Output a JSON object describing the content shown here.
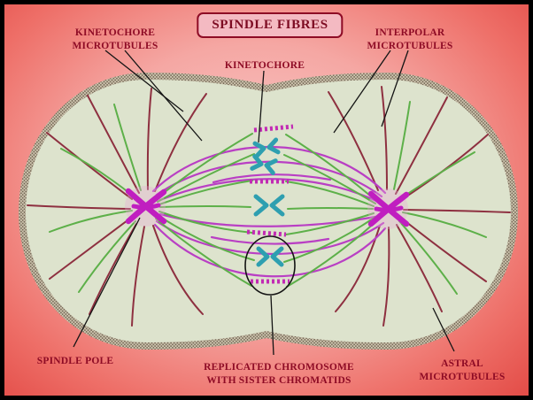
{
  "title": {
    "text": "SPINDLE FIBRES"
  },
  "labels": {
    "kinetochore_microtubules": {
      "line1": "KINETOCHORE",
      "line2": "MICROTUBULES"
    },
    "kinetochore": {
      "line1": "KINETOCHORE"
    },
    "interpolar_microtubules": {
      "line1": "INTERPOLAR",
      "line2": "MICROTUBULES"
    },
    "spindle_pole": {
      "line1": "SPINDLE POLE"
    },
    "replicated_chromosome": {
      "line1": "REPLICATED CHROMOSOME",
      "line2": "WITH SISTER CHROMATIDS"
    },
    "astral_microtubules": {
      "line1": "ASTRAL",
      "line2": "MICROTUBULES"
    }
  },
  "colors": {
    "label_text": "#8e0b25",
    "title_text": "#7d0b22",
    "title_box_fill": "#f4bac2",
    "title_box_border": "#8e0b25",
    "background_center": "#f9cdcd",
    "background_edge": "#e34c47",
    "cell_fill": "#dde3cd",
    "membrane_band": "#cfc6b0",
    "membrane_dots": "#6e6250",
    "kinetochore_microtubule": "#5db049",
    "interpolar_microtubule": "#b93fc4",
    "astral_microtubule": "#8e3040",
    "spindle_pole": "#c01ec0",
    "spindle_pole_halo": "#e7a8d6",
    "chromatid": "#2e9fb0",
    "chromosome_band": "#c22bb4",
    "pointer_line": "#141414",
    "outer_border": "#000000"
  }
}
